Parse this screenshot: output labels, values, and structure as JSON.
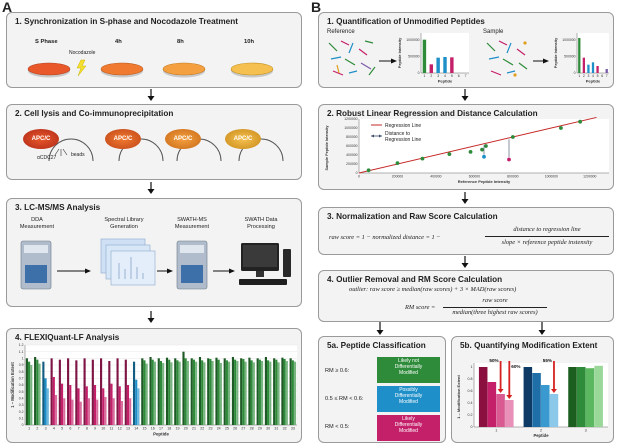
{
  "panels": {
    "a": "A",
    "b": "B"
  },
  "a1": {
    "title": "1. Synchronization in S-phase and Nocodazole Treatment",
    "labels": [
      "S Phase",
      "4h",
      "8h",
      "10h"
    ],
    "nocodazole": "Nocodazole",
    "dish_colors": [
      "#e8582a",
      "#f07a30",
      "#f5a040",
      "#f5c050"
    ]
  },
  "a2": {
    "title": "2. Cell lysis and Co-immunoprecipitation",
    "apc": "APC/C",
    "antibody": "αCDC27",
    "beads": "beads"
  },
  "a3": {
    "title": "3. LC-MS/MS Analysis",
    "steps": [
      "DDA\nMeasurement",
      "Spectral Library\nGeneration",
      "SWATH-MS\nMeasurement",
      "SWATH Data\nProcessing"
    ]
  },
  "a4": {
    "title": "4. FLEXIQuant-LF Analysis",
    "ylabel": "1 – Modification Extent",
    "xlabel": "Peptide"
  },
  "b1": {
    "title": "1. Quantification of Unmodified Peptides",
    "reference": "Reference",
    "sample": "Sample",
    "ylabel": "Peptide Intensity",
    "xlabel": "Peptide"
  },
  "b2": {
    "title": "2. Robust Linear Regression and Distance Calculation",
    "legend_line": "Regression Line",
    "legend_dist": "Distance to\nRegression Line",
    "xlabel": "Reference Peptide Intensity",
    "ylabel": "Sample Peptide Intensity"
  },
  "b3": {
    "title": "3. Normalization and Raw Score Calculation",
    "lhs": "raw score = 1 − normalized distance = 1 −",
    "num": "distance to regression line",
    "den": "slope × reference peptide instensity"
  },
  "b4": {
    "title": "4. Outlier Removal and RM Score Calculation",
    "outlier": "outlier: raw score ≥ median(raw scores) + 3 × MAD(raw scores)",
    "rm_lhs": "RM score =",
    "rm_num": "raw score",
    "rm_den": "median(three highest raw scores)"
  },
  "b5a": {
    "title": "5a. Peptide Classification",
    "rules": [
      "RM ≥ 0.6:",
      "0.5 ≤ RM < 0.6:",
      "RM < 0.5:"
    ],
    "classes": [
      "Likely not\nDifferentially\nModified",
      "Possibly\nDifferentially\nModified",
      "Likely\nDifferentially\nModified"
    ],
    "class_colors": [
      "#2e8b3a",
      "#1e8fc8",
      "#c4206a"
    ]
  },
  "b5b": {
    "title": "5b. Quantifying Modification Extent",
    "annotations": [
      "50%",
      "60%",
      "55%"
    ],
    "ylabel": "1 – Modification Extent",
    "xlabel": "Peptide",
    "groups": [
      "1",
      "2",
      "3"
    ]
  },
  "chart_data": [
    {
      "type": "bar",
      "title": "4. FLEXIQuant-LF Analysis",
      "xlabel": "Peptide",
      "ylabel": "1 – Modification Extent",
      "ylim": [
        0,
        1.2
      ],
      "categories": [
        "1",
        "2",
        "3",
        "4",
        "5",
        "6",
        "7",
        "8",
        "9",
        "10",
        "11",
        "12",
        "13",
        "14",
        "15",
        "16",
        "17",
        "18",
        "19",
        "20",
        "21",
        "22",
        "23",
        "24",
        "25",
        "26",
        "27",
        "28",
        "29",
        "30",
        "31",
        "32",
        "33"
      ],
      "yticks": [
        "0",
        "0.1",
        "0.2",
        "0.3",
        "0.4",
        "0.5",
        "0.6",
        "0.7",
        "0.8",
        "0.9",
        "1",
        "1.1",
        "1.2"
      ],
      "bars_per_peptide": 3,
      "peptide_class_colors": [
        "#2e8b3a",
        "#2e8b3a",
        "#1e8fc8",
        "#c4206a",
        "#c4206a",
        "#c4206a",
        "#c4206a",
        "#c4206a",
        "#c4206a",
        "#c4206a",
        "#c4206a",
        "#c4206a",
        "#c4206a",
        "#1e8fc8",
        "#2e8b3a",
        "#2e8b3a",
        "#2e8b3a",
        "#2e8b3a",
        "#2e8b3a",
        "#2e8b3a",
        "#2e8b3a",
        "#2e8b3a",
        "#2e8b3a",
        "#2e8b3a",
        "#2e8b3a",
        "#2e8b3a",
        "#2e8b3a",
        "#2e8b3a",
        "#2e8b3a",
        "#2e8b3a",
        "#2e8b3a",
        "#2e8b3a",
        "#2e8b3a"
      ],
      "values": [
        [
          1.0,
          0.95,
          0.9
        ],
        [
          1.02,
          0.98,
          0.92
        ],
        [
          0.95,
          0.7,
          0.55
        ],
        [
          1.0,
          0.72,
          0.45
        ],
        [
          0.98,
          0.62,
          0.4
        ],
        [
          1.0,
          0.6,
          0.38
        ],
        [
          0.97,
          0.55,
          0.35
        ],
        [
          1.0,
          0.58,
          0.4
        ],
        [
          0.98,
          0.6,
          0.38
        ],
        [
          1.0,
          0.55,
          0.42
        ],
        [
          0.96,
          0.62,
          0.4
        ],
        [
          1.0,
          0.58,
          0.36
        ],
        [
          0.98,
          0.6,
          0.4
        ],
        [
          0.95,
          0.68,
          0.55
        ],
        [
          1.0,
          0.97,
          0.92
        ],
        [
          1.02,
          0.98,
          0.95
        ],
        [
          1.0,
          0.96,
          0.93
        ],
        [
          1.01,
          0.98,
          0.94
        ],
        [
          1.0,
          0.97,
          0.95
        ],
        [
          1.1,
          1.0,
          0.96
        ],
        [
          1.0,
          0.98,
          0.95
        ],
        [
          1.02,
          0.97,
          0.94
        ],
        [
          1.0,
          0.99,
          0.96
        ],
        [
          1.01,
          0.98,
          0.93
        ],
        [
          1.0,
          0.97,
          0.95
        ],
        [
          1.02,
          0.98,
          0.96
        ],
        [
          1.0,
          0.99,
          0.95
        ],
        [
          1.01,
          0.97,
          0.94
        ],
        [
          1.0,
          0.98,
          0.96
        ],
        [
          1.02,
          0.97,
          0.95
        ],
        [
          1.0,
          0.98,
          0.94
        ],
        [
          1.01,
          0.99,
          0.96
        ],
        [
          1.0,
          0.97,
          0.95
        ]
      ]
    },
    {
      "type": "bar",
      "title": "Reference",
      "xlabel": "Peptide",
      "ylabel": "Peptide Intensity",
      "categories": [
        "1",
        "2",
        "3",
        "4",
        "5",
        "6",
        "7"
      ],
      "ytick_labels": [
        "1000000",
        "500000",
        "0"
      ],
      "values": [
        1000000,
        260000,
        460000,
        480000,
        470000,
        0,
        0
      ]
    },
    {
      "type": "bar",
      "title": "Sample",
      "xlabel": "Peptide",
      "ylabel": "Peptide Intensity",
      "categories": [
        "1",
        "2",
        "3",
        "4",
        "5",
        "6",
        "7"
      ],
      "ytick_labels": [
        "1000000",
        "500000",
        "0"
      ],
      "values": [
        1050000,
        460000,
        250000,
        320000,
        210000,
        0,
        120000
      ]
    },
    {
      "type": "scatter",
      "title": "2. Robust Linear Regression and Distance Calculation",
      "xlabel": "Reference Peptide Intensity",
      "ylabel": "Sample Peptide Intensity",
      "xlim": [
        0,
        1300000
      ],
      "ylim": [
        0,
        1200000
      ],
      "xticks": [
        "0",
        "200000",
        "400000",
        "600000",
        "800000",
        "1000000",
        "1200000"
      ],
      "yticks": [
        "0",
        "200000",
        "400000",
        "600000",
        "800000",
        "1000000",
        "1200000"
      ],
      "series": [
        {
          "name": "",
          "x": [
            50000,
            200000,
            330000,
            470000,
            580000,
            640000,
            660000,
            800000,
            1050000,
            1150000
          ],
          "y": [
            60000,
            220000,
            320000,
            420000,
            470000,
            520000,
            600000,
            800000,
            1000000,
            1140000
          ]
        }
      ],
      "outliers": {
        "x": [
          650000,
          780000
        ],
        "y": [
          360000,
          300000
        ]
      },
      "regression": {
        "slope": 1.0,
        "intercept": 0
      }
    },
    {
      "type": "bar",
      "title": "5b. Quantifying Modification Extent",
      "xlabel": "Peptide",
      "ylabel": "1 – Modification Extent",
      "ylim": [
        0,
        1
      ],
      "yticks": [
        "0",
        "0.2",
        "0.4",
        "0.6",
        "0.8",
        "1"
      ],
      "categories": [
        "1",
        "2",
        "3"
      ],
      "series": [
        {
          "name": "",
          "values": [
            1.0,
            1.0,
            1.0
          ]
        },
        {
          "name": "",
          "values": [
            0.75,
            0.9,
            1.0
          ]
        },
        {
          "name": "",
          "values": [
            0.55,
            0.7,
            0.98
          ]
        },
        {
          "name": "",
          "values": [
            0.45,
            0.55,
            1.02
          ]
        }
      ],
      "group_colors": [
        [
          "#8b1040",
          "#c4206a",
          "#d85a90",
          "#e890b8"
        ],
        [
          "#0d3b66",
          "#1e6ea8",
          "#3a9ad0",
          "#8cc8ea"
        ],
        [
          "#1b5e20",
          "#2e8b3a",
          "#5bb860",
          "#9ad89a"
        ]
      ]
    }
  ]
}
